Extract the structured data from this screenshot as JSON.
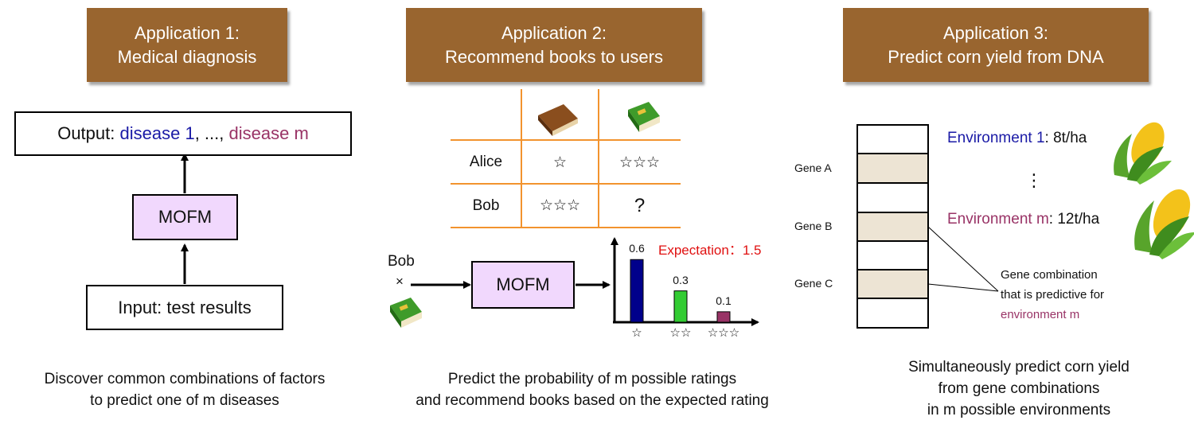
{
  "app1": {
    "banner_line1": "Application 1:",
    "banner_line2": "Medical diagnosis",
    "output_prefix": "Output: ",
    "output_disease1_word": "disease",
    "output_disease1_num": "1",
    "output_sep": ", ..., ",
    "output_diseasem": "disease m",
    "model": "MOFM",
    "input": "Input: test results",
    "caption_line1": "Discover common combinations of factors",
    "caption_line2": "to predict one of m diseases"
  },
  "app2": {
    "banner_line1": "Application 2:",
    "banner_line2": "Recommend books to users",
    "table": {
      "rows": [
        {
          "user": "Alice",
          "ratings": [
            "☆",
            "☆☆☆"
          ]
        },
        {
          "user": "Bob",
          "ratings": [
            "☆☆☆",
            "?"
          ]
        }
      ]
    },
    "input_user": "Bob",
    "times": "×",
    "model": "MOFM",
    "chart_data": {
      "type": "bar",
      "categories": [
        "☆",
        "☆☆",
        "☆☆☆"
      ],
      "values": [
        0.6,
        0.3,
        0.1
      ],
      "colors": [
        "#00008b",
        "#33cc33",
        "#993366"
      ],
      "ylim": [
        0,
        0.8
      ],
      "annotation": "Expectation：1.5"
    },
    "caption_line1": "Predict the probability of m possible ratings",
    "caption_line2": "and recommend books based on the expected rating"
  },
  "app3": {
    "banner_line1": "Application 3:",
    "banner_line2": "Predict corn yield from DNA",
    "genes": [
      "Gene A",
      "Gene B",
      "Gene C"
    ],
    "env1_word": "Environment",
    "env1_num": "1",
    "env1_value": ": 8t/ha",
    "vdots": "⋮",
    "envm_word": "Environment",
    "envm_num": "m",
    "envm_value": ": 12t/ha",
    "note_line1": "Gene combination",
    "note_line2": "that is predictive for",
    "note_line3": "environment m",
    "caption_line1": "Simultaneously predict corn yield",
    "caption_line2": "from gene combinations",
    "caption_line3": "in m possible environments"
  },
  "colors": {
    "banner": "#99652f",
    "mofm": "#f1d8fd",
    "table_line": "#f2932e",
    "gene_fill": "#ede4d4",
    "blue": "#1a1aa6",
    "plum": "#993366",
    "red": "#e01010"
  }
}
